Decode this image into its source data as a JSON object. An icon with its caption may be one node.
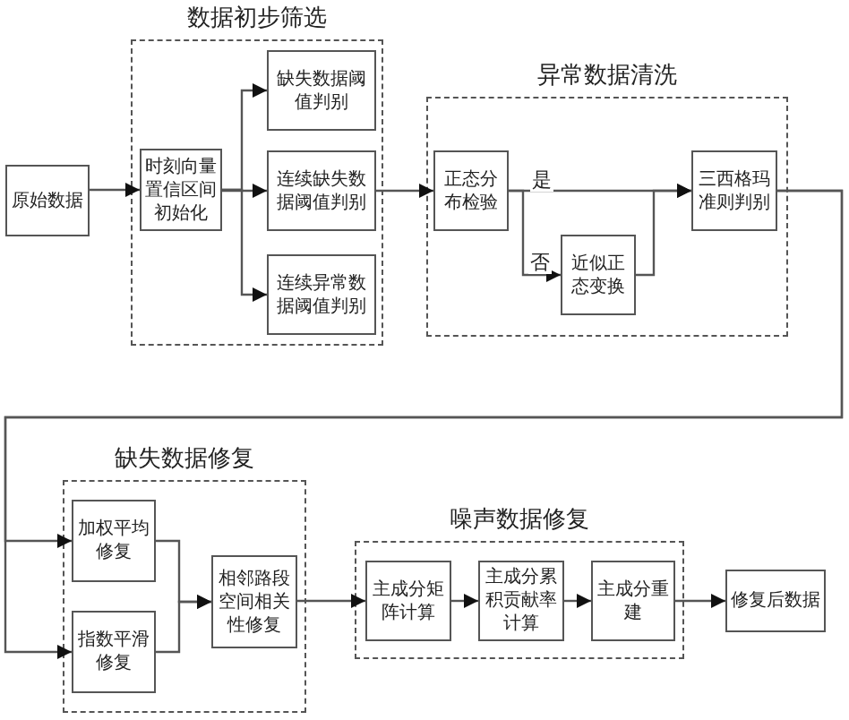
{
  "diagram": {
    "nodes": [
      {
        "text": [
          "原始数据"
        ]
      },
      {
        "text": [
          "数据初步筛选"
        ]
      },
      {
        "text": [
          "时刻向量置信区间初始化"
        ],
        "in": 1
      },
      {
        "text": [
          "缺失数据阈值判别"
        ],
        "in": 1
      },
      {
        "text": [
          "连续缺失数据阈值判别"
        ],
        "in": 1
      },
      {
        "text": [
          "连续异常数据阈值判别"
        ],
        "in": 1
      },
      {
        "text": [
          "异常数据清洗"
        ]
      },
      {
        "text": [
          "正态分布检验"
        ],
        "in": 6
      },
      {
        "text": [
          "近似正态变换"
        ],
        "in": 6
      },
      {
        "text": [
          "三西格玛准则判别"
        ],
        "in": 6
      },
      {
        "text": [
          "缺失数据修复"
        ]
      },
      {
        "text": [
          "加权平均修复"
        ],
        "in": 10
      },
      {
        "text": [
          "指数平滑修复"
        ],
        "in": 10
      },
      {
        "text": [
          "相邻路段空间相关性修复"
        ],
        "in": 10
      },
      {
        "text": [
          "噪声数据修复"
        ]
      },
      {
        "text": [
          "主成分矩阵计算"
        ],
        "in": 14
      },
      {
        "text": [
          "主成分累积贡献率计算"
        ],
        "in": 14
      },
      {
        "text": [
          "主成分重建"
        ],
        "in": 14
      },
      {
        "text": [
          "修复后数据"
        ]
      }
    ],
    "edges": [
      {
        "from": 0,
        "to": 2,
        "arrow": "to"
      },
      {
        "from": 2,
        "to": 3,
        "arrow": "to"
      },
      {
        "from": 2,
        "to": 4,
        "arrow": "to"
      },
      {
        "from": 2,
        "to": 5,
        "arrow": "to"
      },
      {
        "from": 4,
        "to": 7,
        "arrow": "to"
      },
      {
        "from": 7,
        "to": 9,
        "arrow": "to",
        "label": "是"
      },
      {
        "from": 7,
        "to": 8,
        "arrow": "to",
        "label": "否"
      },
      {
        "from": 8,
        "to": 9,
        "arrow": "to"
      },
      {
        "from": 9,
        "to": 11,
        "arrow": "to"
      },
      {
        "from": 9,
        "to": 12,
        "arrow": "to"
      },
      {
        "from": 11,
        "to": 13,
        "arrow": "to"
      },
      {
        "from": 12,
        "to": 13,
        "arrow": "to"
      },
      {
        "from": 13,
        "to": 15,
        "arrow": "to"
      },
      {
        "from": 15,
        "to": 16,
        "arrow": "to"
      },
      {
        "from": 16,
        "to": 17,
        "arrow": "to"
      },
      {
        "from": 17,
        "to": 18,
        "arrow": "to"
      }
    ]
  }
}
